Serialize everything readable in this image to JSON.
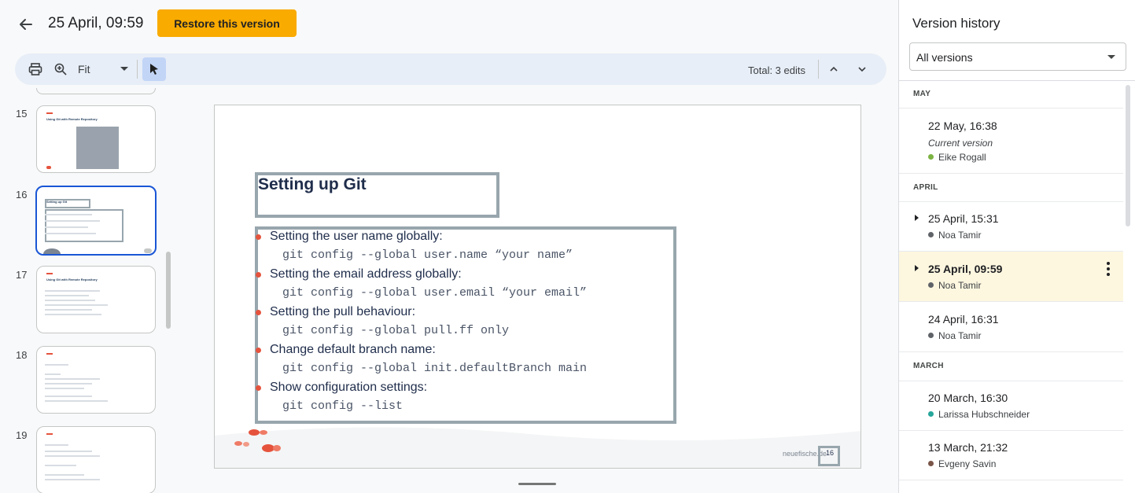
{
  "header": {
    "title": "25 April, 09:59",
    "restore_label": "Restore this version"
  },
  "toolbar": {
    "print_icon": "print-icon",
    "zoom_icon": "zoom-in-icon",
    "zoom_value": "Fit",
    "select_icon": "pointer-icon",
    "edits_label": "Total: 3 edits",
    "prev_icon": "chevron-up-icon",
    "next_icon": "chevron-down-icon"
  },
  "thumbnails": [
    {
      "number": "15",
      "title": "Using Git with Remote Repository"
    },
    {
      "number": "16",
      "title": "Setting up Git"
    },
    {
      "number": "17",
      "title": "Using Git with Remote Repository"
    },
    {
      "number": "18",
      "title": ""
    },
    {
      "number": "19",
      "title": ""
    }
  ],
  "slide": {
    "title": "Setting up Git",
    "bullets": [
      {
        "text": "Setting the user name globally:",
        "command": "git config --global user.name “your name”"
      },
      {
        "text": "Setting the email address globally:",
        "command": "git config --global user.email “your email”"
      },
      {
        "text": "Setting the pull behaviour:",
        "command": "git config --global pull.ff only"
      },
      {
        "text": "Change default branch name:",
        "command": "git config --global init.defaultBranch main"
      },
      {
        "text": "Show configuration settings:",
        "command": "git config --list"
      }
    ],
    "brand": "neuefische.de",
    "number": "16"
  },
  "panel": {
    "title": "Version history",
    "filter_value": "All versions",
    "months": [
      "MAY",
      "APRIL",
      "MARCH"
    ],
    "versions": [
      {
        "date": "22 May, 16:38",
        "current": "Current version",
        "user": "Eike Rogall",
        "color": "#7cb342"
      },
      {
        "date": "25 April, 15:31",
        "user": "Noa Tamir",
        "color": "#5f6368"
      },
      {
        "date": "25 April, 09:59",
        "user": "Noa Tamir",
        "color": "#5f6368"
      },
      {
        "date": "24 April, 16:31",
        "user": "Noa Tamir",
        "color": "#5f6368"
      },
      {
        "date": "20 March, 16:30",
        "user": "Larissa Hubschneider",
        "color": "#26a69a"
      },
      {
        "date": "13 March, 21:32",
        "user": "Evgeny Savin",
        "color": "#795548"
      }
    ]
  },
  "colors": {
    "accent": "#f9ab00",
    "selection": "#1a56d6",
    "active_row": "#fef7e0",
    "bullet": "#e5533d"
  }
}
